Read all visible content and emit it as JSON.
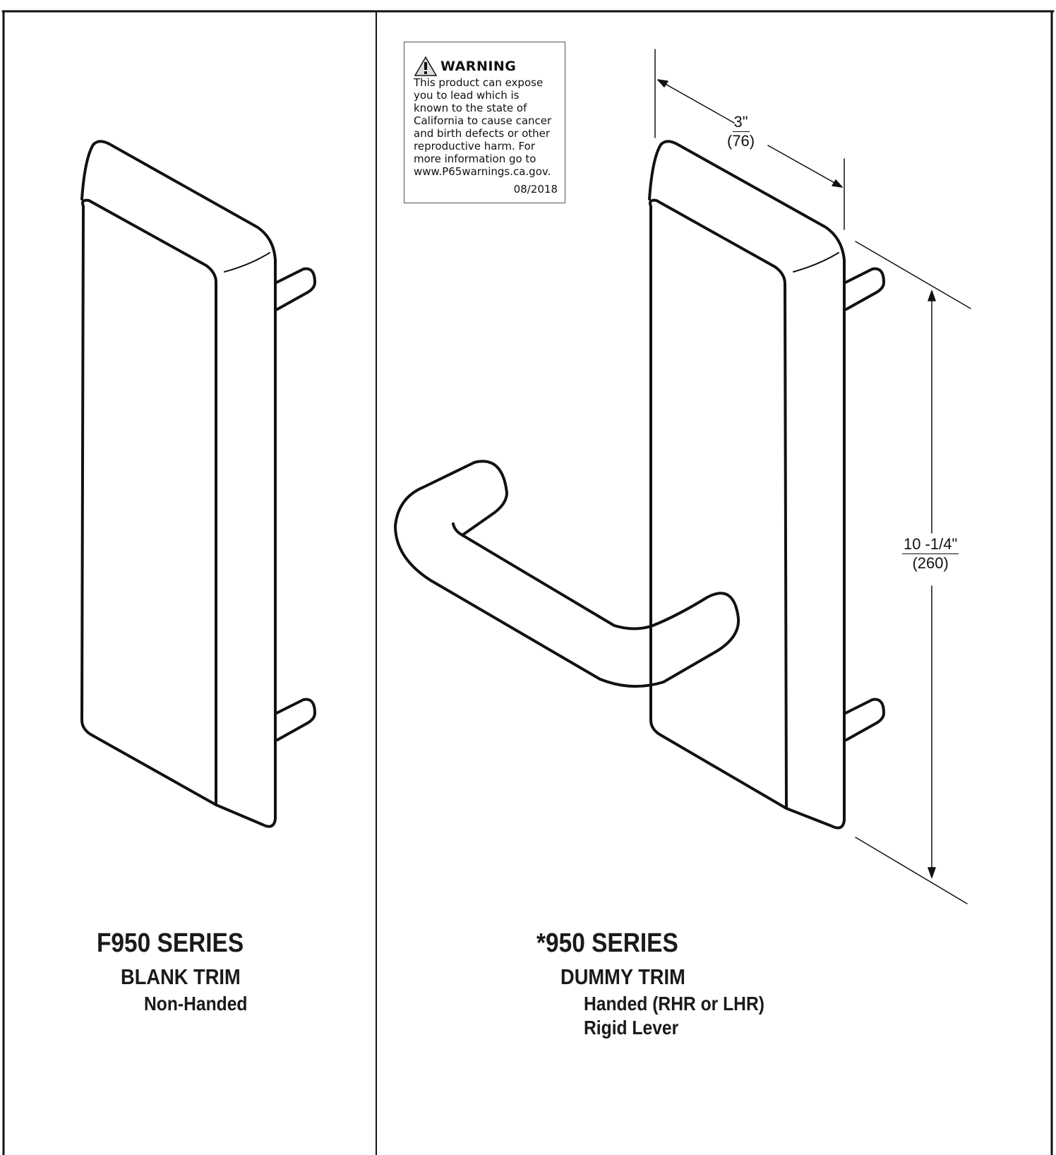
{
  "warning_label": {
    "icon": "warning-triangle-icon",
    "title": "WARNING",
    "body": "This product can expose\nyou to lead which is\nknown to the state of\nCalifornia to cause cancer\nand birth defects or other\nreproductive harm. For\nmore information go to\nwww.P65warnings.ca.gov.",
    "date": "08/2018"
  },
  "dimensions": {
    "width_imperial": "3\"",
    "width_metric": "(76)",
    "height_imperial": "10 -1/4\"",
    "height_metric": "(260)"
  },
  "left_panel": {
    "series": "F950 SERIES",
    "trim": "BLANK TRIM",
    "handing": "Non-Handed"
  },
  "right_panel": {
    "series": "*950 SERIES",
    "trim": "DUMMY TRIM",
    "handing": "Handed (RHR or LHR)",
    "lever": "Rigid Lever"
  }
}
